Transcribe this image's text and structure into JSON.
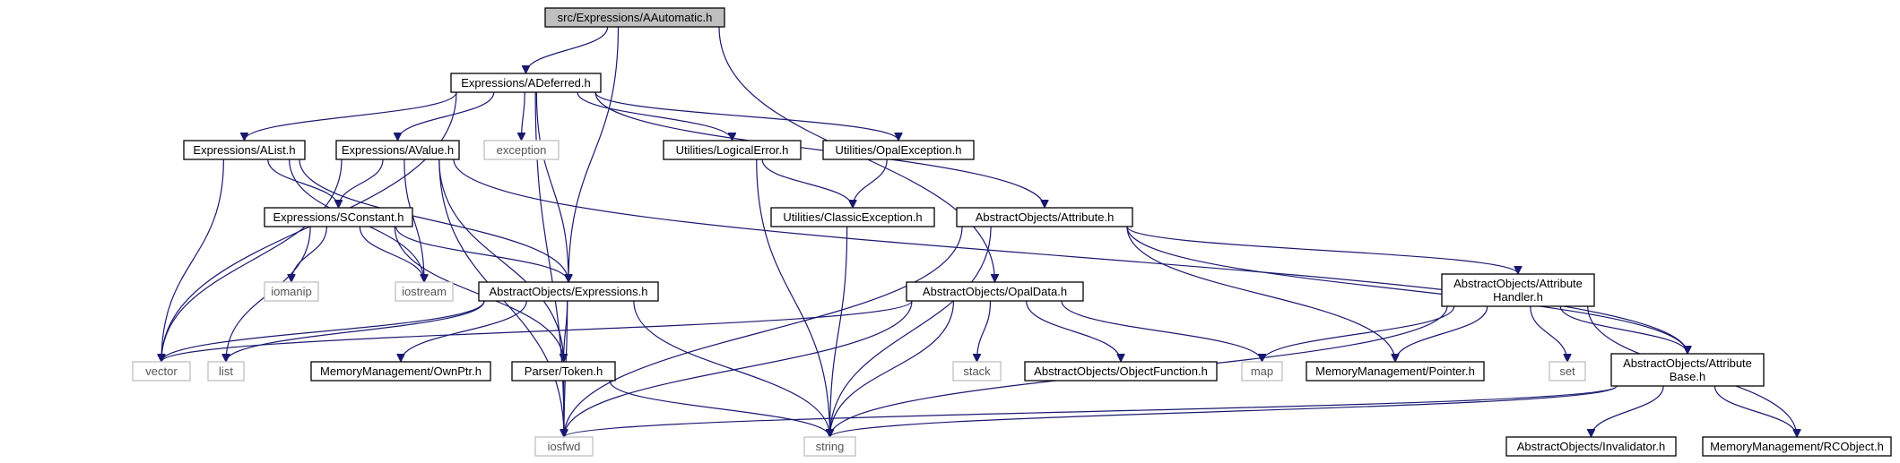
{
  "diagram": {
    "nodes": [
      {
        "id": "root",
        "label": "src/Expressions/AAutomatic.h",
        "kind": "root"
      },
      {
        "id": "adeferred",
        "label": "Expressions/ADeferred.h",
        "kind": "local"
      },
      {
        "id": "alist",
        "label": "Expressions/AList.h",
        "kind": "local"
      },
      {
        "id": "avalue",
        "label": "Expressions/AValue.h",
        "kind": "local"
      },
      {
        "id": "exception",
        "label": "exception",
        "kind": "system"
      },
      {
        "id": "logicalerror",
        "label": "Utilities/LogicalError.h",
        "kind": "local"
      },
      {
        "id": "opalexception",
        "label": "Utilities/OpalException.h",
        "kind": "local"
      },
      {
        "id": "sconstant",
        "label": "Expressions/SConstant.h",
        "kind": "local"
      },
      {
        "id": "classicexception",
        "label": "Utilities/ClassicException.h",
        "kind": "local"
      },
      {
        "id": "attribute",
        "label": "AbstractObjects/Attribute.h",
        "kind": "local"
      },
      {
        "id": "iomanip",
        "label": "iomanip",
        "kind": "system"
      },
      {
        "id": "iostream",
        "label": "iostream",
        "kind": "system"
      },
      {
        "id": "expressions",
        "label": "AbstractObjects/Expressions.h",
        "kind": "local"
      },
      {
        "id": "opaldata",
        "label": "AbstractObjects/OpalData.h",
        "kind": "local"
      },
      {
        "id": "attrhandler",
        "label": "AbstractObjects/Attribute\nHandler.h",
        "kind": "local"
      },
      {
        "id": "vector",
        "label": "vector",
        "kind": "system"
      },
      {
        "id": "list",
        "label": "list",
        "kind": "system"
      },
      {
        "id": "ownptr",
        "label": "MemoryManagement/OwnPtr.h",
        "kind": "local"
      },
      {
        "id": "token",
        "label": "Parser/Token.h",
        "kind": "local"
      },
      {
        "id": "stack",
        "label": "stack",
        "kind": "system"
      },
      {
        "id": "objectfunction",
        "label": "AbstractObjects/ObjectFunction.h",
        "kind": "local"
      },
      {
        "id": "map",
        "label": "map",
        "kind": "system"
      },
      {
        "id": "pointer",
        "label": "MemoryManagement/Pointer.h",
        "kind": "local"
      },
      {
        "id": "set",
        "label": "set",
        "kind": "system"
      },
      {
        "id": "attrbase",
        "label": "AbstractObjects/Attribute\nBase.h",
        "kind": "local"
      },
      {
        "id": "iosfwd",
        "label": "iosfwd",
        "kind": "system"
      },
      {
        "id": "string",
        "label": "string",
        "kind": "system"
      },
      {
        "id": "invalidator",
        "label": "AbstractObjects/Invalidator.h",
        "kind": "local"
      },
      {
        "id": "rcobject",
        "label": "MemoryManagement/RCObject.h",
        "kind": "local"
      }
    ],
    "edges": [
      [
        "root",
        "adeferred"
      ],
      [
        "root",
        "expressions"
      ],
      [
        "root",
        "opaldata"
      ],
      [
        "adeferred",
        "alist"
      ],
      [
        "adeferred",
        "avalue"
      ],
      [
        "adeferred",
        "exception"
      ],
      [
        "adeferred",
        "logicalerror"
      ],
      [
        "adeferred",
        "opalexception"
      ],
      [
        "adeferred",
        "attribute"
      ],
      [
        "adeferred",
        "expressions"
      ],
      [
        "adeferred",
        "vector"
      ],
      [
        "adeferred",
        "iosfwd"
      ],
      [
        "alist",
        "sconstant"
      ],
      [
        "alist",
        "expressions"
      ],
      [
        "alist",
        "iostream"
      ],
      [
        "alist",
        "vector"
      ],
      [
        "avalue",
        "sconstant"
      ],
      [
        "avalue",
        "iostream"
      ],
      [
        "avalue",
        "token"
      ],
      [
        "avalue",
        "vector"
      ],
      [
        "avalue",
        "iosfwd"
      ],
      [
        "avalue",
        "attrbase"
      ],
      [
        "logicalerror",
        "classicexception"
      ],
      [
        "logicalerror",
        "string"
      ],
      [
        "opalexception",
        "classicexception"
      ],
      [
        "classicexception",
        "string"
      ],
      [
        "sconstant",
        "iomanip"
      ],
      [
        "sconstant",
        "iostream"
      ],
      [
        "sconstant",
        "expressions"
      ],
      [
        "sconstant",
        "list"
      ],
      [
        "sconstant",
        "token"
      ],
      [
        "attribute",
        "attrhandler"
      ],
      [
        "attribute",
        "attrbase"
      ],
      [
        "attribute",
        "pointer"
      ],
      [
        "attribute",
        "string"
      ],
      [
        "attribute",
        "iosfwd"
      ],
      [
        "expressions",
        "vector"
      ],
      [
        "expressions",
        "list"
      ],
      [
        "expressions",
        "ownptr"
      ],
      [
        "expressions",
        "token"
      ],
      [
        "expressions",
        "string"
      ],
      [
        "expressions",
        "iosfwd"
      ],
      [
        "opaldata",
        "vector"
      ],
      [
        "opaldata",
        "stack"
      ],
      [
        "opaldata",
        "objectfunction"
      ],
      [
        "opaldata",
        "map"
      ],
      [
        "opaldata",
        "string"
      ],
      [
        "opaldata",
        "iosfwd"
      ],
      [
        "attrhandler",
        "map"
      ],
      [
        "attrhandler",
        "pointer"
      ],
      [
        "attrhandler",
        "set"
      ],
      [
        "attrhandler",
        "attrbase"
      ],
      [
        "attrhandler",
        "rcobject"
      ],
      [
        "attrhandler",
        "string"
      ],
      [
        "token",
        "iosfwd"
      ],
      [
        "token",
        "string"
      ],
      [
        "attrbase",
        "invalidator"
      ],
      [
        "attrbase",
        "rcobject"
      ],
      [
        "attrbase",
        "string"
      ],
      [
        "attrbase",
        "iosfwd"
      ]
    ]
  }
}
